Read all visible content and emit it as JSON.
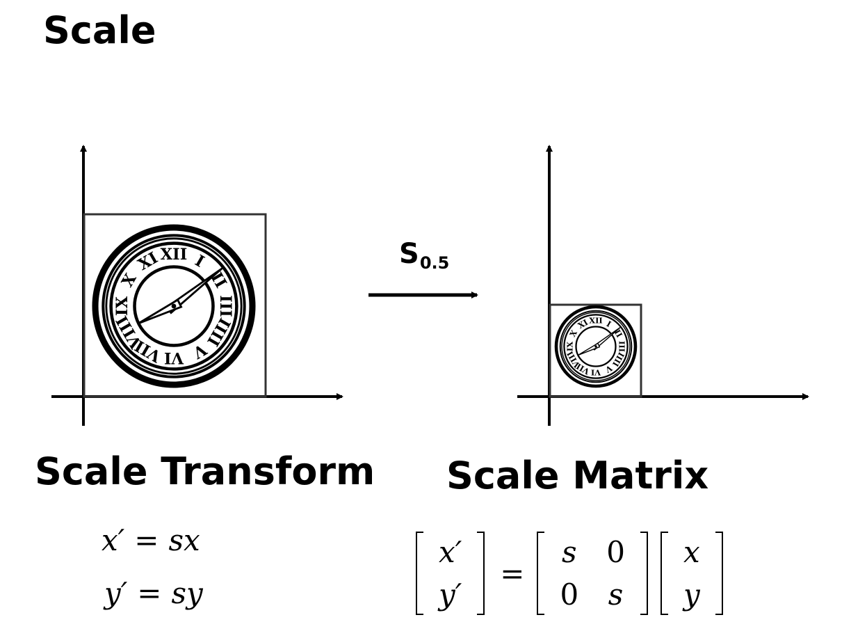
{
  "title": "Scale",
  "operation": {
    "symbol": "S",
    "subscript": "0.5"
  },
  "sections": {
    "transform_title": "Scale Transform",
    "matrix_title": "Scale Matrix"
  },
  "equations": [
    {
      "lhs": "x′",
      "op": "=",
      "rhs": "sx"
    },
    {
      "lhs": "y′",
      "op": "=",
      "rhs": "sy"
    }
  ],
  "matrix_equation": {
    "result": [
      "x′",
      "y′"
    ],
    "equals": "=",
    "matrix": [
      [
        "s",
        "0"
      ],
      [
        "0",
        "s"
      ]
    ],
    "vector": [
      "x",
      "y"
    ]
  },
  "clock": {
    "numerals": [
      "XII",
      "I",
      "II",
      "III",
      "IIII",
      "V",
      "VI",
      "VII",
      "VIII",
      "IX",
      "X",
      "XI"
    ]
  }
}
